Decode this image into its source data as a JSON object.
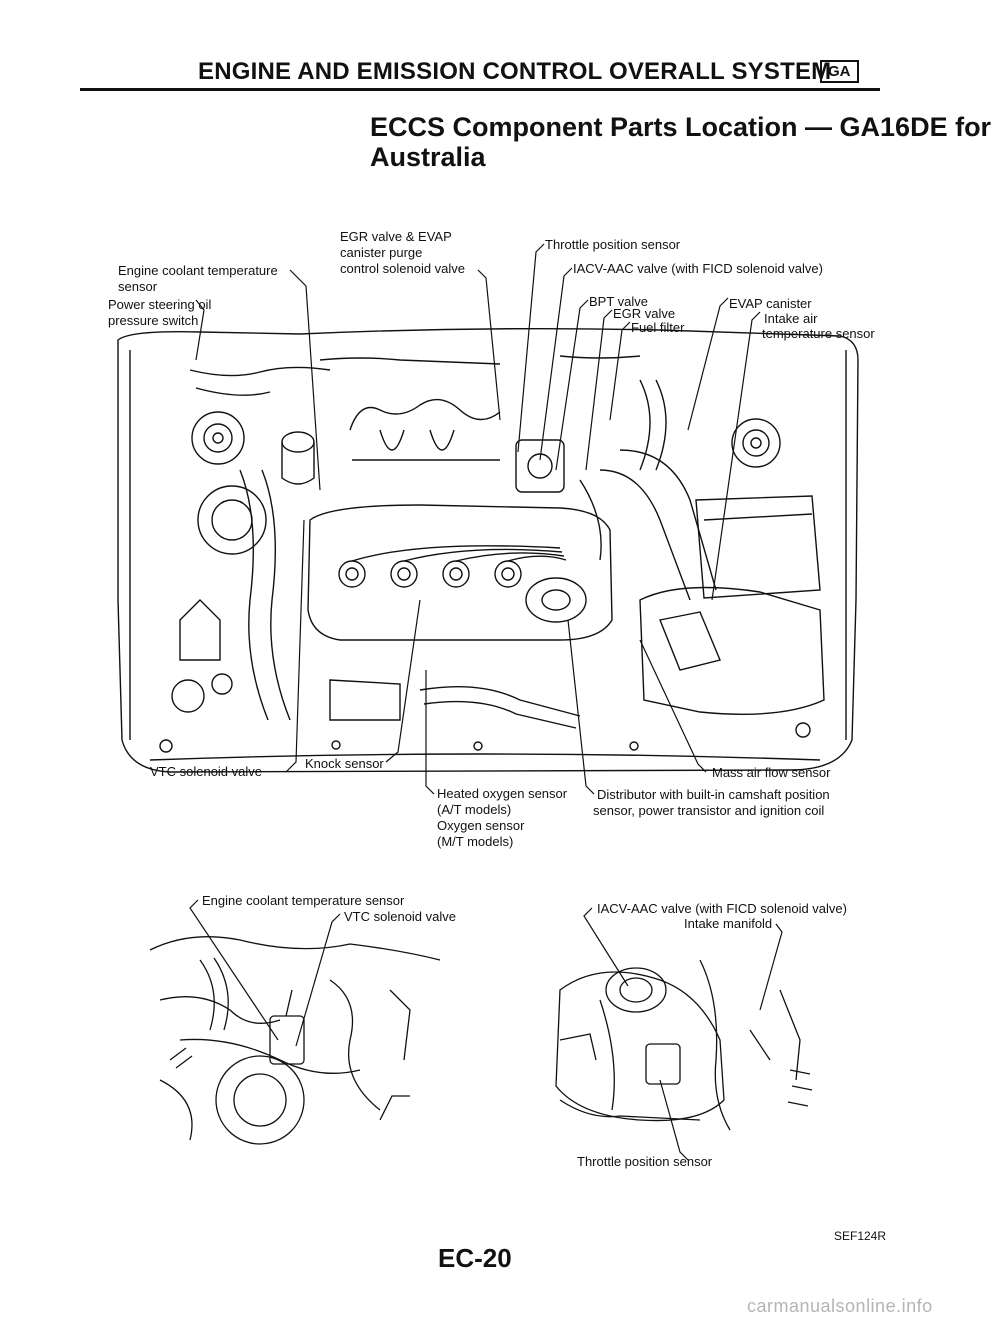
{
  "header": {
    "title": "ENGINE AND EMISSION CONTROL OVERALL SYSTEM",
    "badge": "GA"
  },
  "section": {
    "title_line1": "ECCS Component Parts Location — GA16DE for",
    "title_line2": "Australia"
  },
  "main_figure": {
    "labels": {
      "egr_evap_1": "EGR valve & EVAP",
      "egr_evap_2": "canister purge",
      "egr_evap_3": "control solenoid valve",
      "throttle_position": "Throttle position sensor",
      "iacv_aac": "IACV-AAC valve (with FICD solenoid valve)",
      "coolant_temp_1": "Engine coolant temperature",
      "coolant_temp_2": "sensor",
      "power_steering_1": "Power steering oil",
      "power_steering_2": "pressure switch",
      "bpt_valve": "BPT valve",
      "egr_valve": "EGR valve",
      "fuel_filter": "Fuel filter",
      "evap_canister": "EVAP canister",
      "intake_air_1": "Intake air",
      "intake_air_2": "temperature sensor",
      "vtc_solenoid": "VTC solenoid valve",
      "knock_sensor": "Knock sensor",
      "mass_air_flow": "Mass air flow sensor",
      "heated_o2_1": "Heated oxygen sensor",
      "heated_o2_2": "(A/T models)",
      "heated_o2_3": "Oxygen sensor",
      "heated_o2_4": "(M/T models)",
      "distributor_1": "Distributor with built-in camshaft position",
      "distributor_2": "sensor, power transistor and ignition coil"
    }
  },
  "detail_left": {
    "coolant_temp": "Engine coolant temperature sensor",
    "vtc_solenoid": "VTC solenoid valve"
  },
  "detail_right": {
    "iacv_aac": "IACV-AAC valve (with FICD solenoid valve)",
    "intake_manifold": "Intake manifold",
    "throttle_position": "Throttle position sensor"
  },
  "footer": {
    "figure_code": "SEF124R",
    "page_number": "EC-20",
    "watermark": "carmanualsonline.info"
  }
}
